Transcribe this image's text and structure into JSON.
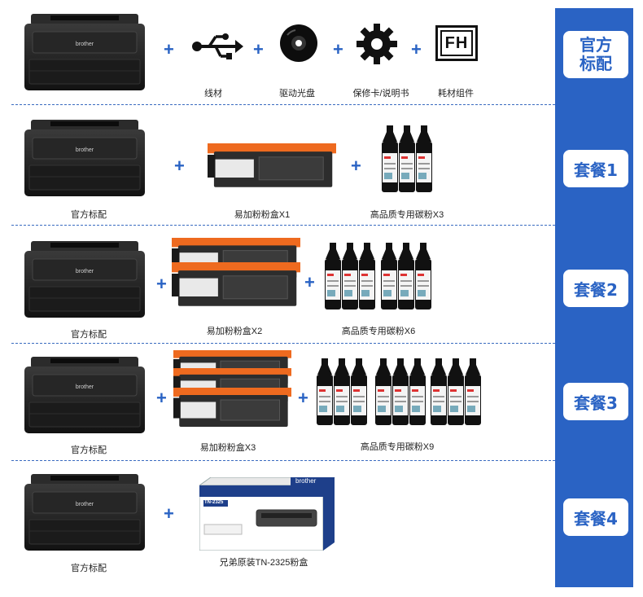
{
  "row0": {
    "items": [
      "线材",
      "驱动光盘",
      "保修卡/说明书",
      "耗材组件"
    ],
    "tag": [
      "官方",
      "标配"
    ],
    "logo_text": "FH"
  },
  "row1": {
    "printer_label": "官方标配",
    "toner_label": "易加粉粉盒X1",
    "powder_label": "高品质专用碳粉X3",
    "tag": "套餐1"
  },
  "row2": {
    "printer_label": "官方标配",
    "toner_label": "易加粉粉盒X2",
    "powder_label": "高品质专用碳粉X6",
    "tag": "套餐2"
  },
  "row3": {
    "printer_label": "官方标配",
    "toner_label": "易加粉粉盒X3",
    "powder_label": "高品质专用碳粉X9",
    "tag": "套餐3"
  },
  "row4": {
    "printer_label": "官方标配",
    "box_label": "兄弟原装TN-2325粉盒",
    "tag": "套餐4",
    "box_brand": "brother",
    "box_model": "TN-2325"
  },
  "printer_brand": "brother",
  "plus": "+",
  "colors": {
    "accent": "#2a63c4",
    "toner_orange": "#ee6a1f",
    "box_blue": "#1e3f8a"
  }
}
